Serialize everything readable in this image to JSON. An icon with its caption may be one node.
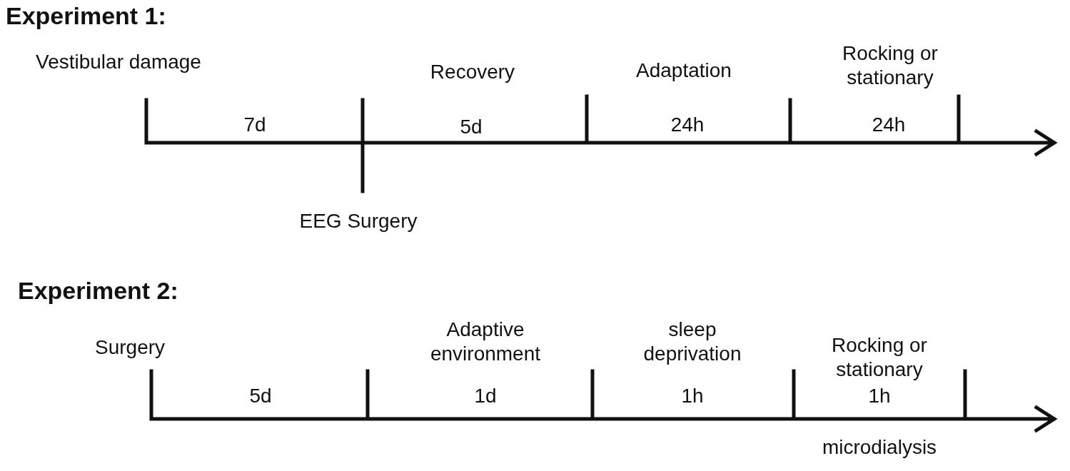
{
  "diagram": {
    "labels": [
      "Experiment 1:",
      "Vestibular damage",
      "Recovery",
      "Adaptation",
      "Rocking or stationary",
      "7d",
      "5d",
      "24h",
      "24h",
      "EEG Surgery",
      "Experiment 2:",
      "Surgery",
      "Adaptive environment",
      "sleep deprivation",
      "Rocking or stationary",
      "5d",
      "1d",
      "1h",
      "1h",
      "microdialysis"
    ]
  }
}
